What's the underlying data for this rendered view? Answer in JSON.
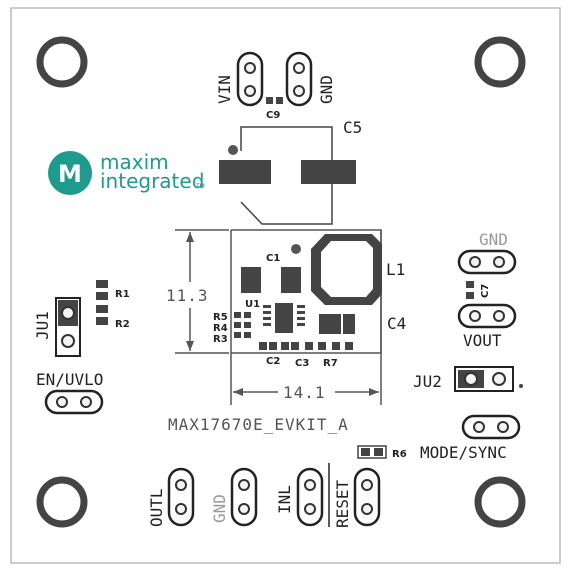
{
  "board_name": "MAX17670E_EVKIT_A",
  "logo": {
    "line1": "maxim",
    "line2": "integrated",
    "tm": "TM",
    "mark": "M"
  },
  "dimensions": {
    "width": "14.1",
    "height": "11.3"
  },
  "connectors": {
    "vin": "VIN",
    "gnd_top": "GND",
    "gnd_right": "GND",
    "vout": "VOUT",
    "ju1": "JU1",
    "en_uvlo": "EN/UVLO",
    "ju2": "JU2",
    "mode_sync": "MODE/SYNC",
    "outl": "OUTL",
    "gnd_bottom": "GND",
    "inl": "INL",
    "reset": "RESET"
  },
  "components": {
    "c1": "C1",
    "c2": "C2",
    "c3": "C3",
    "c4": "C4",
    "c5": "C5",
    "c7": "C7",
    "c9": "C9",
    "l1": "L1",
    "u1": "U1",
    "r1": "R1",
    "r2": "R2",
    "r3": "R3",
    "r4": "R4",
    "r5": "R5",
    "r6": "R6",
    "r7": "R7"
  }
}
